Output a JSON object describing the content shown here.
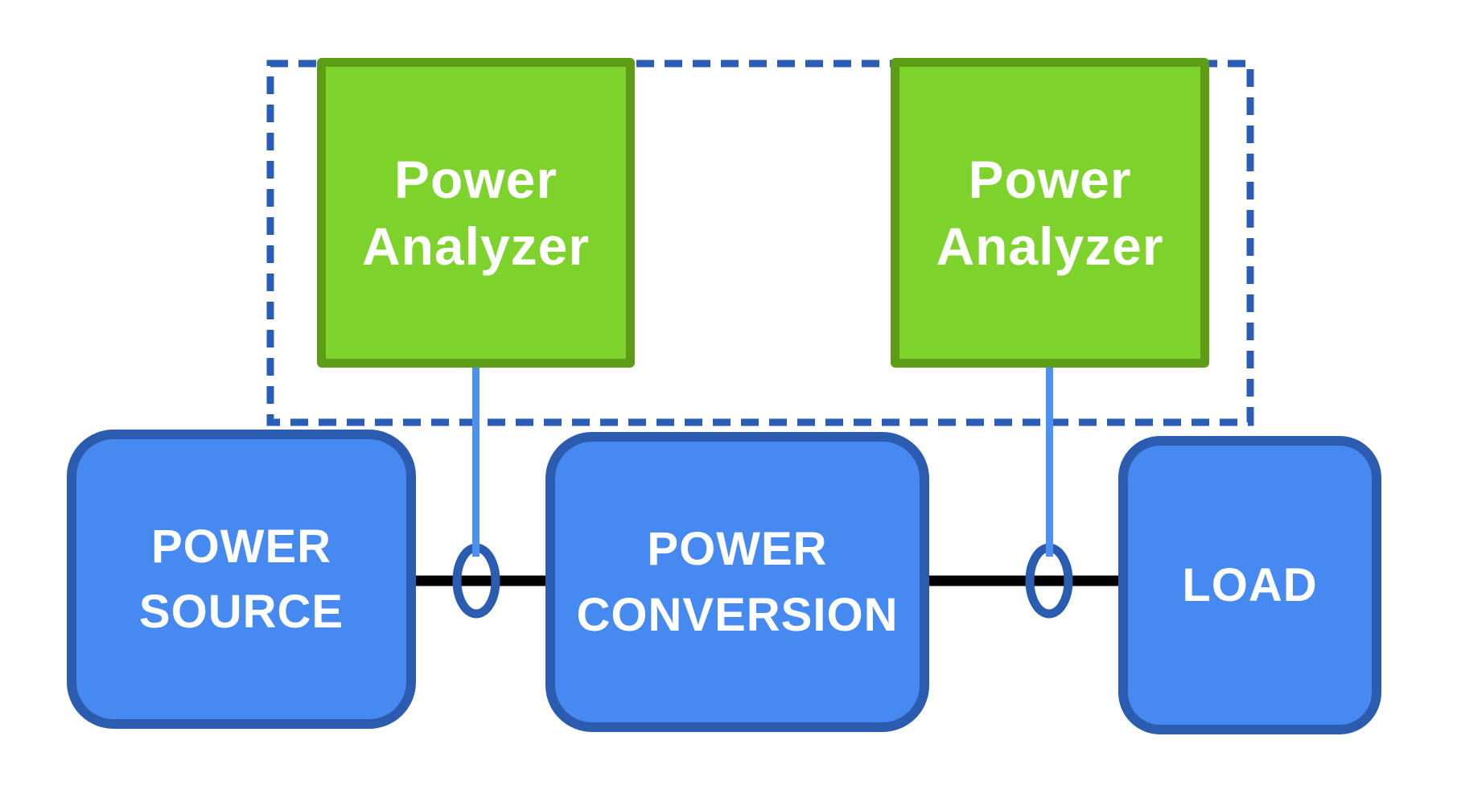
{
  "nodes": {
    "analyzer1": {
      "lines": [
        "Power",
        "Analyzer"
      ]
    },
    "analyzer2": {
      "lines": [
        "Power",
        "Analyzer"
      ]
    },
    "source": {
      "lines": [
        "POWER",
        "SOURCE"
      ]
    },
    "conversion": {
      "lines": [
        "POWER",
        "CONVERSION"
      ]
    },
    "load": {
      "lines": [
        "LOAD"
      ]
    }
  },
  "colors": {
    "analyzer_fill": "#7DD22B",
    "analyzer_border": "#5C9C17",
    "block_fill": "#4689F0",
    "block_border": "#2B5CB0",
    "dashed_boundary": "#2B5CB8",
    "probe_ring": "#2A5DB0",
    "analyzer_lead": "#4D91F0",
    "wire": "#000000",
    "label_text": "#FFFFFF"
  }
}
